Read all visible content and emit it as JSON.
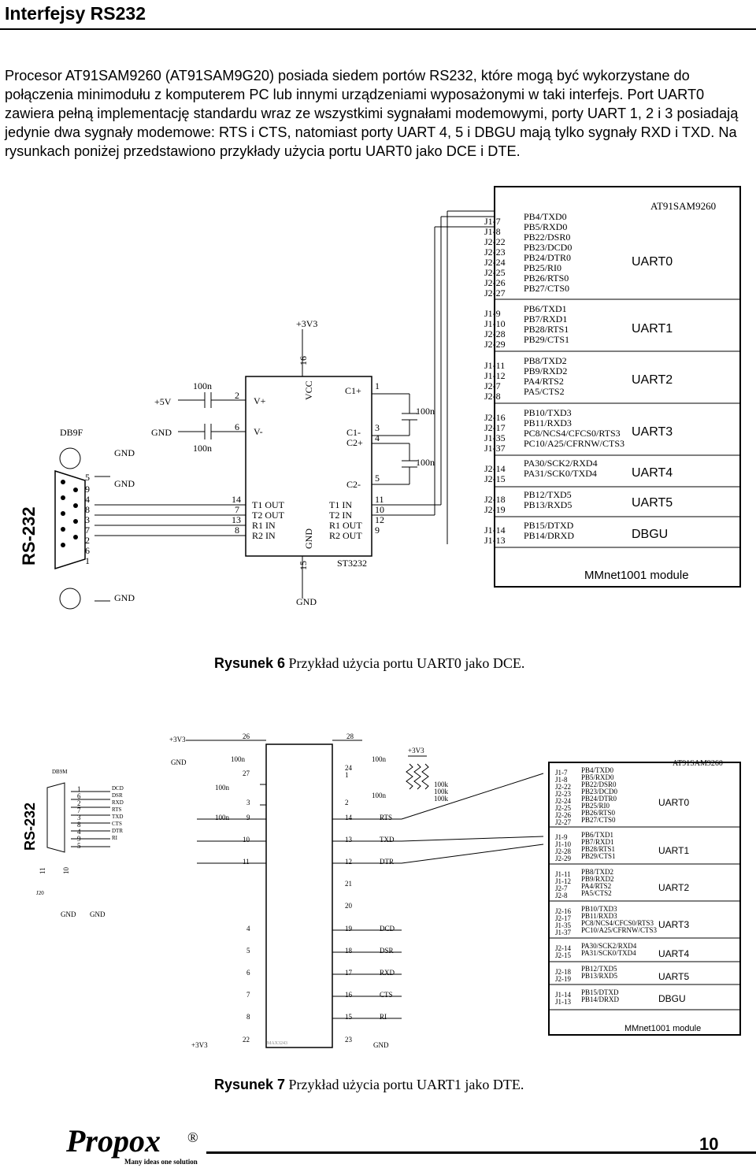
{
  "header": {
    "title": "Interfejsy RS232"
  },
  "intro": "Procesor AT91SAM9260 (AT91SAM9G20) posiada siedem portów RS232, które mogą być wykorzystane do połączenia minimodułu z komputerem PC lub innymi urządzeniami wyposażonymi w taki interfejs. Port UART0 zawiera pełną implementację standardu wraz ze wszystkimi sygnałami modemowymi, porty UART 1, 2 i 3 posiadają jedynie dwa sygnały modemowe: RTS i CTS, natomiast porty UART 4, 5 i DBGU mają tylko sygnały RXD i TXD. Na rysunkach poniżej przedstawiono przykłady użycia portu UART0 jako DCE i DTE.",
  "module": {
    "chip": "AT91SAM9260",
    "name": "MMnet1001 module",
    "groups": [
      {
        "uart": "UART0",
        "pins": [
          "J1-7",
          "J1-8",
          "J2-22",
          "J2-23",
          "J2-24",
          "J2-25",
          "J2-26",
          "J2-27"
        ],
        "signals": [
          "PB4/TXD0",
          "PB5/RXD0",
          "PB22/DSR0",
          "PB23/DCD0",
          "PB24/DTR0",
          "PB25/RI0",
          "PB26/RTS0",
          "PB27/CTS0"
        ]
      },
      {
        "uart": "UART1",
        "pins": [
          "J1-9",
          "J1-10",
          "J2-28",
          "J2-29"
        ],
        "signals": [
          "PB6/TXD1",
          "PB7/RXD1",
          "PB28/RTS1",
          "PB29/CTS1"
        ]
      },
      {
        "uart": "UART2",
        "pins": [
          "J1-11",
          "J1-12",
          "J2-7",
          "J2-8"
        ],
        "signals": [
          "PB8/TXD2",
          "PB9/RXD2",
          "PA4/RTS2",
          "PA5/CTS2"
        ]
      },
      {
        "uart": "UART3",
        "pins": [
          "J2-16",
          "J2-17",
          "J1-35",
          "J1-37"
        ],
        "signals": [
          "PB10/TXD3",
          "PB11/RXD3",
          "PC8/NCS4/CFCS0/RTS3",
          "PC10/A25/CFRNW/CTS3"
        ]
      },
      {
        "uart": "UART4",
        "pins": [
          "J2-14",
          "J2-15"
        ],
        "signals": [
          "PA30/SCK2/RXD4",
          "PA31/SCK0/TXD4"
        ]
      },
      {
        "uart": "UART5",
        "pins": [
          "J2-18",
          "J2-19"
        ],
        "signals": [
          "PB12/TXD5",
          "PB13/RXD5"
        ]
      },
      {
        "uart": "DBGU",
        "pins": [
          "J1-14",
          "J1-13"
        ],
        "signals": [
          "PB15/DTXD",
          "PB14/DRXD"
        ]
      }
    ]
  },
  "fig6": {
    "caption_label": "Rysunek 6",
    "caption_text": "Przykład użycia portu UART0 jako DCE.",
    "rs232": "RS-232",
    "connector": "DB9F",
    "db9_pins": [
      "5",
      "9",
      "4",
      "8",
      "3",
      "7",
      "2",
      "6",
      "1"
    ],
    "chip_name": "ST3232",
    "vcc": "VCC",
    "gnd": "GND",
    "supply_5v": "+5V",
    "supply_3v3": "+3V3",
    "cap": "100n",
    "pin_v_plus": "2",
    "pin_v_minus": "6",
    "pin_vcc": "16",
    "pin_gnd": "15",
    "c1p_pin": "1",
    "c1m_pin": "3",
    "c2p_pin": "4",
    "c2m_pin": "5",
    "left_pins": [
      "14",
      "7",
      "13",
      "8"
    ],
    "left_labels": [
      "T1 OUT",
      "T2 OUT",
      "R1 IN",
      "R2 IN"
    ],
    "right_labels": [
      "T1 IN",
      "T2 IN",
      "R1 OUT",
      "R2 OUT"
    ],
    "right_pins": [
      "11",
      "10",
      "12",
      "9"
    ],
    "labels": {
      "vplus": "V+",
      "vminus": "V-",
      "c1p": "C1+",
      "c1m": "C1-",
      "c2p": "C2+",
      "c2m": "C2-"
    }
  },
  "fig7": {
    "caption_label": "Rysunek 7",
    "caption_text": "Przykład użycia portu UART1 jako DTE.",
    "rs232": "RS-232",
    "connector": "DB9M",
    "db9_pins": [
      "1",
      "6",
      "2",
      "7",
      "3",
      "8",
      "4",
      "9",
      "5"
    ],
    "db9_signals": [
      "DCD",
      "DSR",
      "RXD",
      "RTS",
      "TXD",
      "CTS",
      "DTR",
      "RI"
    ],
    "conn_pins": [
      "11",
      "10"
    ],
    "conn_ref": "J20",
    "supply_3v3": "+3V3",
    "gnd": "GND",
    "cap": "100n",
    "res": "100k",
    "top_pins": [
      "26",
      "28"
    ],
    "left_pins": [
      "27",
      "3",
      "9",
      "10",
      "11",
      "4",
      "5",
      "6",
      "7",
      "8",
      "22"
    ],
    "right_pins": [
      "24",
      "1",
      "2",
      "14",
      "13",
      "12",
      "21",
      "20",
      "19",
      "18",
      "17",
      "16",
      "15",
      "23"
    ],
    "nets": [
      "RTS",
      "TXD",
      "DTR",
      "DCD",
      "DSR",
      "RXD",
      "CTS",
      "RI"
    ],
    "chip_mark": "MAX3243"
  },
  "footer": {
    "brand": "Propox",
    "tagline": "Many ideas one solution",
    "registered": "®",
    "page": "10"
  }
}
